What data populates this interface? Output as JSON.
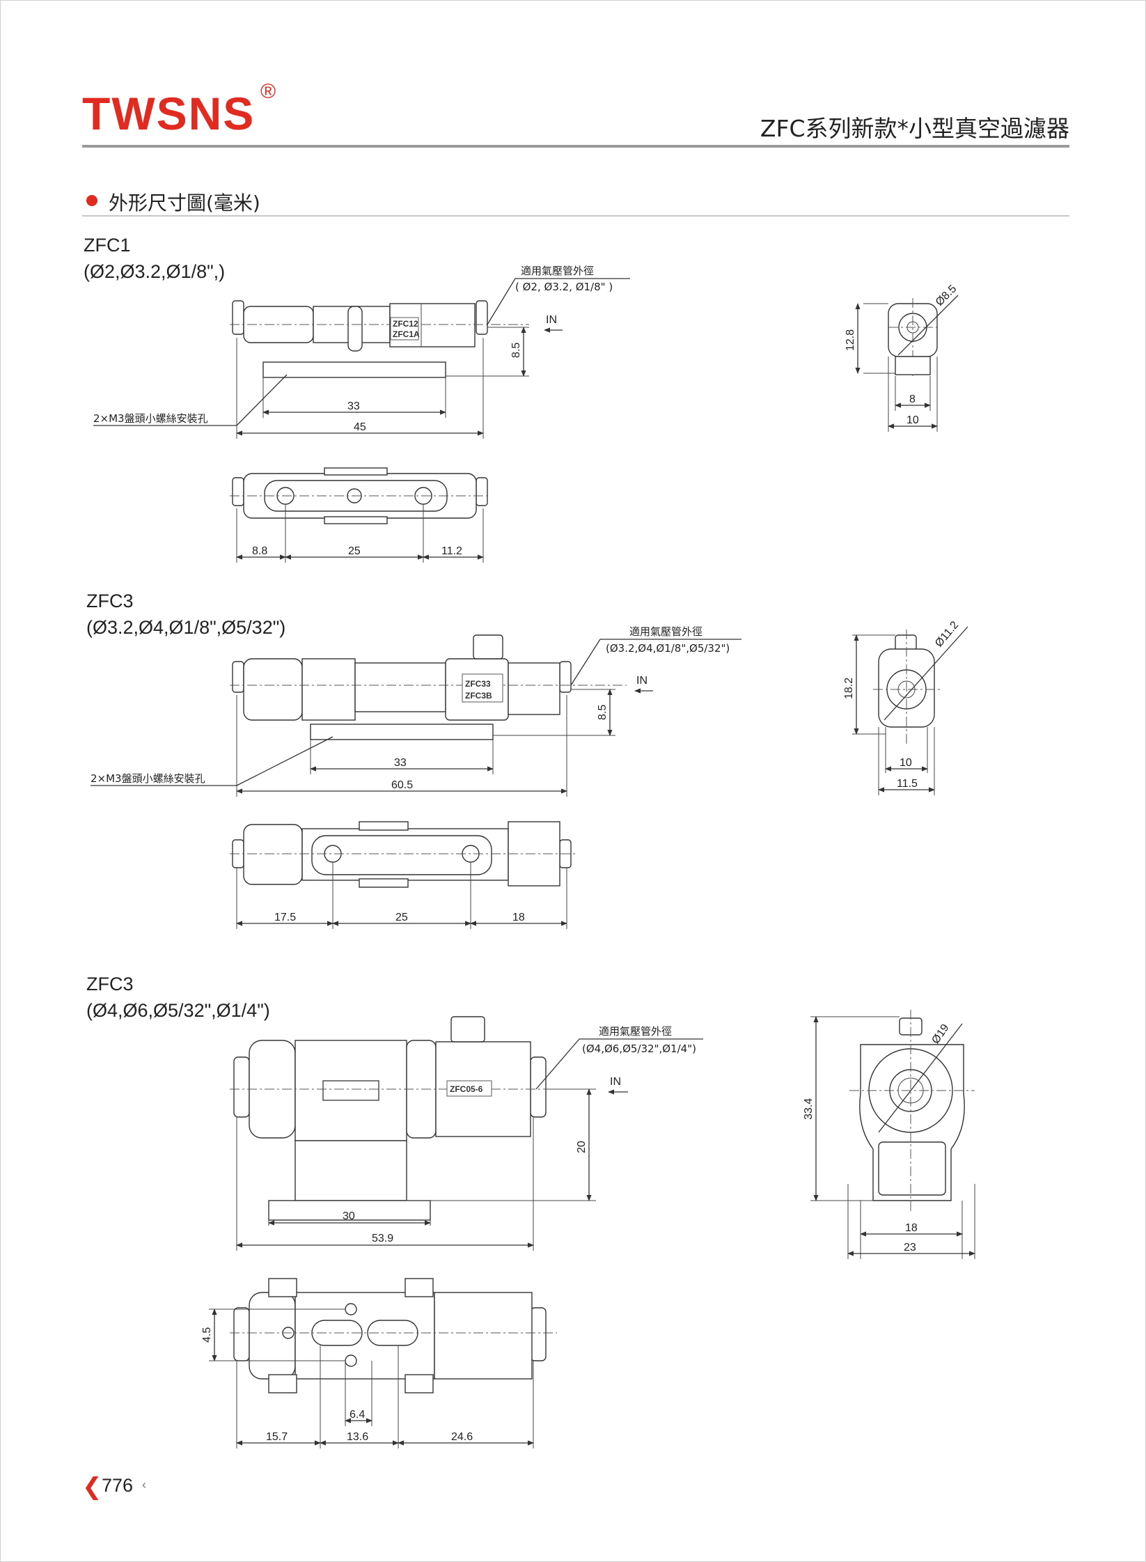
{
  "header": {
    "brand": "TWSNS",
    "registered_mark": "®",
    "title": "ZFC系列新款*小型真空過濾器"
  },
  "section": {
    "title": "外形尺寸圖(毫米)",
    "bullet_color": "#e12a20"
  },
  "models": [
    {
      "name": "ZFC1",
      "sizes": "(Ø2,Ø3.2,Ø1/8\",)",
      "tube_label": "適用氣壓管外徑",
      "tube_sizes": "( Ø2, Ø3.2, Ø1/8\" )",
      "in_label": "IN",
      "mount_label": "2×M3盤頭小螺絲安裝孔",
      "body_marks": [
        "ZFC12",
        "ZFC1A"
      ],
      "dims_front": {
        "height": "8.5",
        "mount_pitch": "33",
        "length": "45"
      },
      "dims_side": {
        "dia": "Ø8.5",
        "height": "12.8",
        "inner_width": "8",
        "width": "10"
      },
      "dims_top": {
        "left": "8.8",
        "middle": "25",
        "right": "11.2"
      }
    },
    {
      "name": "ZFC3",
      "sizes": "(Ø3.2,Ø4,Ø1/8\",Ø5/32\")",
      "tube_label": "適用氣壓管外徑",
      "tube_sizes": "(Ø3.2,Ø4,Ø1/8\",Ø5/32\")",
      "in_label": "IN",
      "mount_label": "2×M3盤頭小螺絲安裝孔",
      "body_marks": [
        "ZFC33",
        "ZFC3B"
      ],
      "dims_front": {
        "height": "8.5",
        "mount_pitch": "33",
        "length": "60.5"
      },
      "dims_side": {
        "dia": "Ø11.2",
        "height": "18.2",
        "inner_width": "10",
        "width": "11.5"
      },
      "dims_top": {
        "left": "17.5",
        "middle": "25",
        "right": "18"
      }
    },
    {
      "name": "ZFC3",
      "sizes": "(Ø4,Ø6,Ø5/32\",Ø1/4\")",
      "tube_label": "適用氣壓管外徑",
      "tube_sizes": "(Ø4,Ø6,Ø5/32\",Ø1/4\")",
      "in_label": "IN",
      "body_marks": [
        "ZFC05-6"
      ],
      "dims_front": {
        "height": "20",
        "mount_pitch": "30",
        "length": "53.9"
      },
      "dims_side": {
        "dia": "Ø19",
        "height": "33.4",
        "inner_width": "18",
        "width": "23"
      },
      "dims_top": {
        "offset": "4.5",
        "slot": "6.4",
        "left": "15.7",
        "middle": "13.6",
        "right": "24.6"
      }
    }
  ],
  "footer": {
    "page": "776"
  }
}
